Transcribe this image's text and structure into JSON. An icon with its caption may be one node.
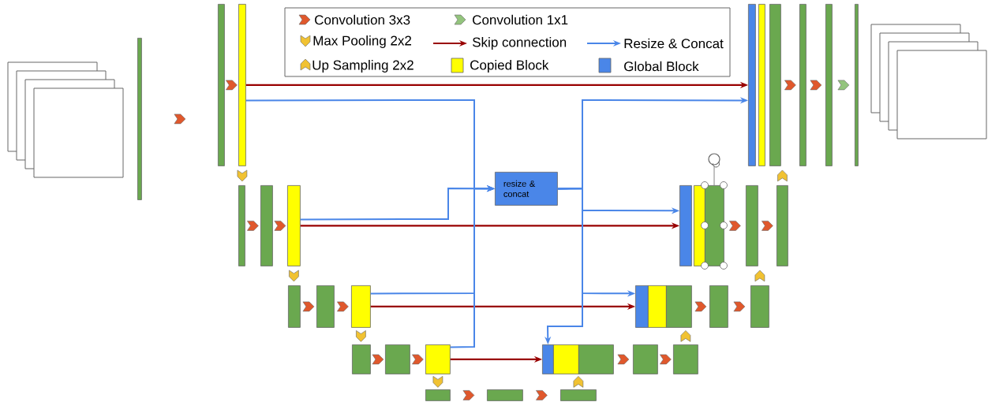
{
  "diagram": {
    "nodes": [
      {
        "text": [],
        "shape": "box"
      },
      {
        "text": [],
        "shape": "bar"
      },
      {
        "text": [],
        "shape": "bar"
      },
      {
        "text": [],
        "shape": "bar"
      },
      {
        "text": [],
        "shape": "bar"
      },
      {
        "text": [],
        "shape": "bar"
      },
      {
        "text": [],
        "shape": "bar"
      },
      {
        "text": [],
        "shape": "bar"
      },
      {
        "text": [],
        "shape": "bar"
      },
      {
        "text": [],
        "shape": "bar"
      },
      {
        "text": [],
        "shape": "bar"
      },
      {
        "text": [],
        "shape": "bar"
      },
      {
        "text": [],
        "shape": "bar"
      },
      {
        "text": [],
        "shape": "bar"
      },
      {
        "text": [],
        "shape": "bar"
      },
      {
        "text": [],
        "shape": "bar"
      },
      {
        "text": [],
        "shape": "bar"
      },
      {
        "text": [],
        "shape": "bar"
      },
      {
        "text": [],
        "shape": "bar"
      },
      {
        "text": [],
        "shape": "bar"
      },
      {
        "text": [],
        "shape": "bar"
      },
      {
        "text": [],
        "shape": "bar"
      },
      {
        "text": [],
        "shape": "bar"
      },
      {
        "text": [],
        "shape": "bar"
      },
      {
        "text": [],
        "shape": "bar"
      },
      {
        "text": [],
        "shape": "bar"
      },
      {
        "text": [],
        "shape": "bar"
      },
      {
        "text": [],
        "shape": "bar"
      },
      {
        "text": [],
        "shape": "bar"
      },
      {
        "text": [],
        "shape": "bar"
      },
      {
        "text": [],
        "shape": "bar"
      },
      {
        "text": [],
        "shape": "bar"
      },
      {
        "text": [],
        "shape": "bar"
      },
      {
        "text": [],
        "shape": "bar"
      },
      {
        "text": [],
        "shape": "bar"
      },
      {
        "text": [],
        "shape": "bar"
      },
      {
        "text": [],
        "shape": "bar"
      },
      {
        "text": [
          "resize & concat"
        ]
      },
      {
        "text": [],
        "shape": "box"
      }
    ],
    "edges": [
      {
        "from": 1,
        "to": 2,
        "arrow": "to"
      },
      {
        "from": 2,
        "to": 3,
        "arrow": "to"
      },
      {
        "from": 4,
        "to": 5,
        "arrow": "to"
      },
      {
        "from": 5,
        "to": 6,
        "arrow": "to"
      },
      {
        "from": 7,
        "to": 8,
        "arrow": "to"
      },
      {
        "from": 8,
        "to": 9,
        "arrow": "to"
      },
      {
        "from": 10,
        "to": 11,
        "arrow": "to"
      },
      {
        "from": 11,
        "to": 12,
        "arrow": "to"
      },
      {
        "from": 13,
        "to": 14,
        "arrow": "to"
      },
      {
        "from": 14,
        "to": 15,
        "arrow": "to"
      },
      {
        "from": 18,
        "to": 19,
        "arrow": "to"
      },
      {
        "from": 19,
        "to": 20,
        "arrow": "to"
      },
      {
        "from": 23,
        "to": 24,
        "arrow": "to"
      },
      {
        "from": 24,
        "to": 25,
        "arrow": "to"
      },
      {
        "from": 28,
        "to": 29,
        "arrow": "to"
      },
      {
        "from": 29,
        "to": 30,
        "arrow": "to"
      },
      {
        "from": 33,
        "to": 34,
        "arrow": "to"
      },
      {
        "from": 34,
        "to": 35,
        "arrow": "to"
      },
      {
        "from": 35,
        "to": 36,
        "arrow": "to",
        "color": "#93c47d"
      },
      {
        "from": 3,
        "to": 4,
        "arrow": "to",
        "color": "#f1c232"
      },
      {
        "from": 6,
        "to": 7,
        "arrow": "to",
        "color": "#f1c232"
      },
      {
        "from": 9,
        "to": 10,
        "arrow": "to",
        "color": "#f1c232"
      },
      {
        "from": 12,
        "to": 13,
        "arrow": "to",
        "color": "#f1c232"
      },
      {
        "from": 15,
        "to": 18,
        "arrow": "to",
        "color": "#f1c232"
      },
      {
        "from": 20,
        "to": 23,
        "arrow": "to",
        "color": "#f1c232"
      },
      {
        "from": 25,
        "to": 28,
        "arrow": "to",
        "color": "#f1c232"
      },
      {
        "from": 30,
        "to": 33,
        "arrow": "to",
        "color": "#f1c232"
      },
      {
        "from": 3,
        "to": 31,
        "arrow": "to",
        "color": "#990000"
      },
      {
        "from": 6,
        "to": 26,
        "arrow": "to",
        "color": "#990000"
      },
      {
        "from": 9,
        "to": 21,
        "arrow": "to",
        "color": "#990000"
      },
      {
        "from": 12,
        "to": 16,
        "arrow": "to",
        "color": "#990000"
      },
      {
        "from": 3,
        "to": 37,
        "arrow": "to",
        "color": "#4a86e8"
      },
      {
        "from": 6,
        "to": 37,
        "arrow": "to",
        "color": "#4a86e8"
      },
      {
        "from": 9,
        "to": 37,
        "arrow": "to",
        "color": "#4a86e8"
      },
      {
        "from": 12,
        "to": 37,
        "arrow": "to",
        "color": "#4a86e8"
      },
      {
        "from": 37,
        "to": 31,
        "arrow": "to",
        "color": "#4a86e8"
      },
      {
        "from": 37,
        "to": 26,
        "arrow": "to",
        "color": "#4a86e8"
      },
      {
        "from": 37,
        "to": 21,
        "arrow": "to",
        "color": "#4a86e8"
      },
      {
        "from": 37,
        "to": 16,
        "arrow": "to",
        "color": "#4a86e8"
      }
    ],
    "legend": [
      {
        "text": "Convolution 3x3"
      },
      {
        "text": "Convolution 1x1"
      },
      {
        "text": "Max Pooling 2x2"
      },
      {
        "text": "Skip connection"
      },
      {
        "text": "Resize & Concat"
      },
      {
        "text": "Up Sampling 2x2"
      },
      {
        "text": "Copied Block",
        "color": "#ffff00"
      },
      {
        "text": "Global Block",
        "color": "#4a86e8"
      }
    ]
  }
}
